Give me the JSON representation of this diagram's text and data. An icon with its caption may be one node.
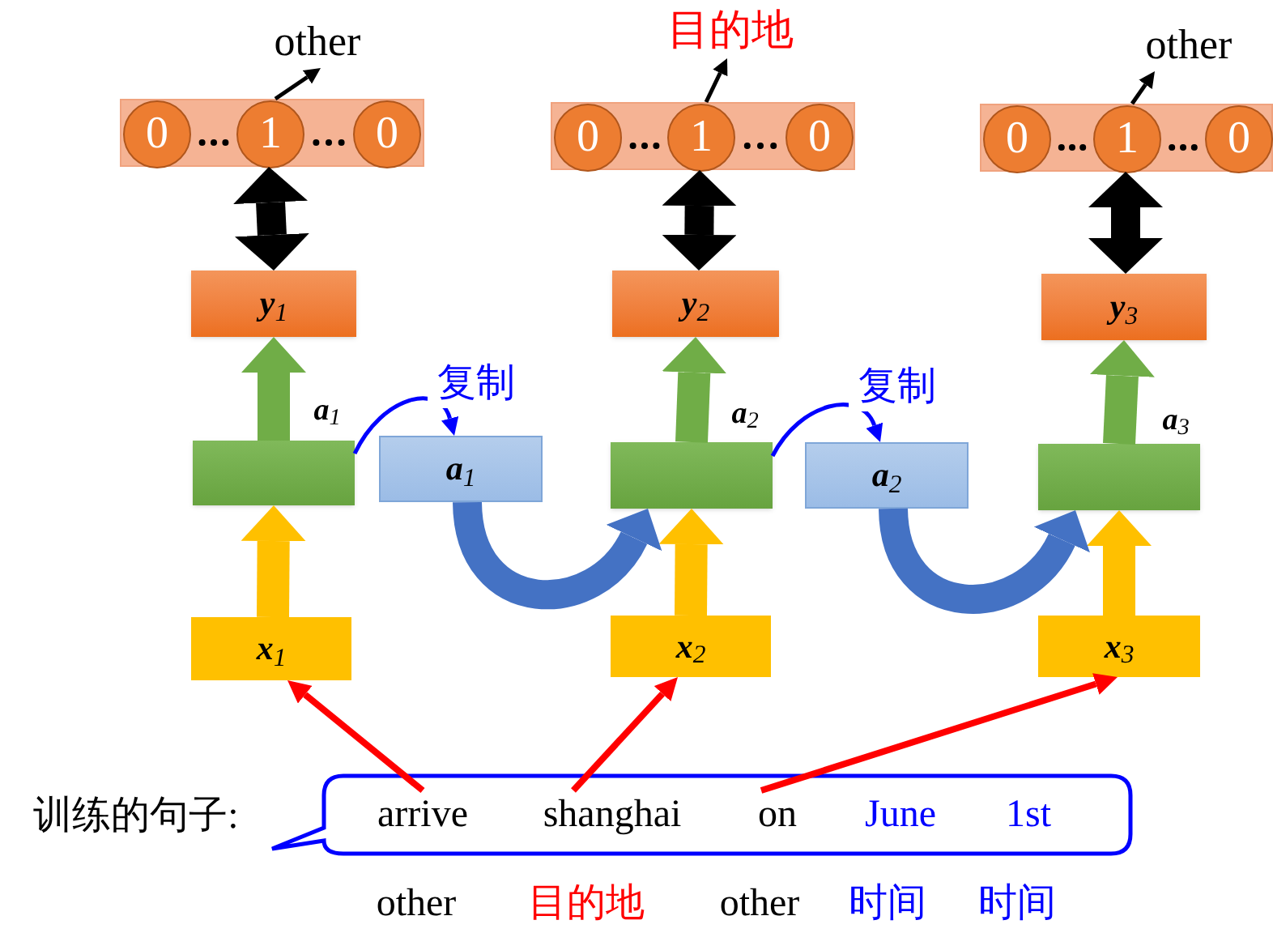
{
  "diagram": {
    "nodes": [
      {
        "text": [
          "other"
        ]
      },
      {
        "text": [
          "目的地"
        ]
      },
      {
        "text": [
          "other"
        ]
      },
      {
        "text": [],
        "shape": "box"
      },
      {
        "text": [
          "0"
        ],
        "in": 3
      },
      {
        "text": [
          "1"
        ],
        "in": 3
      },
      {
        "text": [
          "0"
        ],
        "in": 3
      },
      {
        "text": [],
        "shape": "box"
      },
      {
        "text": [
          "0"
        ],
        "in": 7
      },
      {
        "text": [
          "1"
        ],
        "in": 7
      },
      {
        "text": [
          "0"
        ],
        "in": 7
      },
      {
        "text": [],
        "shape": "box"
      },
      {
        "text": [
          "0"
        ],
        "in": 11
      },
      {
        "text": [
          "1"
        ],
        "in": 11
      },
      {
        "text": [
          "0"
        ],
        "in": 11
      },
      {
        "text": [
          "**y**$_{1}$"
        ]
      },
      {
        "text": [
          "**y**$_{2}$"
        ]
      },
      {
        "text": [
          "**y**$_{3}$"
        ]
      },
      {
        "text": [],
        "shape": "box",
        "beside": [
          "**a**$_{1}$"
        ]
      },
      {
        "text": [
          "**a**$_{1}$"
        ]
      },
      {
        "text": [],
        "shape": "box",
        "beside": [
          "**a**$_{2}$"
        ]
      },
      {
        "text": [
          "**a**$_{2}$"
        ]
      },
      {
        "text": [],
        "shape": "box",
        "beside": [
          "**a**$_{3}$"
        ]
      },
      {
        "text": [
          "**x**$_{1}$"
        ]
      },
      {
        "text": [
          "**x**$_{2}$"
        ]
      },
      {
        "text": [
          "**x**$_{3}$"
        ]
      },
      {
        "text": [],
        "shape": "box"
      },
      {
        "text": [
          "arrive"
        ],
        "in": 26
      },
      {
        "text": [
          "shanghai"
        ],
        "in": 26
      },
      {
        "text": [
          "on"
        ],
        "in": 26
      },
      {
        "text": [
          "June"
        ],
        "in": 26
      },
      {
        "text": [
          "1st"
        ],
        "in": 26
      }
    ],
    "edges": [
      {
        "from": 5,
        "to": 0,
        "arrow": "to"
      },
      {
        "from": 9,
        "to": 1,
        "arrow": "to"
      },
      {
        "from": 13,
        "to": 2,
        "arrow": "to"
      },
      {
        "from": 15,
        "to": 5,
        "arrow": "both"
      },
      {
        "from": 16,
        "to": 9,
        "arrow": "both"
      },
      {
        "from": 17,
        "to": 13,
        "arrow": "both"
      },
      {
        "from": 18,
        "to": 15,
        "arrow": "to",
        "color": "#70ad47"
      },
      {
        "from": 20,
        "to": 16,
        "arrow": "to",
        "color": "#70ad47"
      },
      {
        "from": 22,
        "to": 17,
        "arrow": "to",
        "color": "#70ad47"
      },
      {
        "from": 23,
        "to": 18,
        "arrow": "to",
        "color": "#ffc000"
      },
      {
        "from": 24,
        "to": 20,
        "arrow": "to",
        "color": "#ffc000"
      },
      {
        "from": 25,
        "to": 22,
        "arrow": "to",
        "color": "#ffc000"
      },
      {
        "from": 18,
        "to": 19,
        "arrow": "to",
        "label": "复制",
        "color": "#0000ff"
      },
      {
        "from": 19,
        "to": 20,
        "arrow": "to",
        "color": "#4472c4"
      },
      {
        "from": 20,
        "to": 21,
        "arrow": "to",
        "label": "复制",
        "color": "#0000ff"
      },
      {
        "from": 21,
        "to": 22,
        "arrow": "to",
        "color": "#4472c4"
      },
      {
        "from": 27,
        "to": 23,
        "arrow": "to",
        "color": "#ff0000"
      },
      {
        "from": 28,
        "to": 24,
        "arrow": "to",
        "color": "#ff0000"
      },
      {
        "from": 29,
        "to": 25,
        "arrow": "to",
        "color": "#ff0000"
      }
    ],
    "labels": [
      "训练的句子:",
      "other",
      "目的地",
      "other",
      "时间",
      "时间"
    ]
  }
}
